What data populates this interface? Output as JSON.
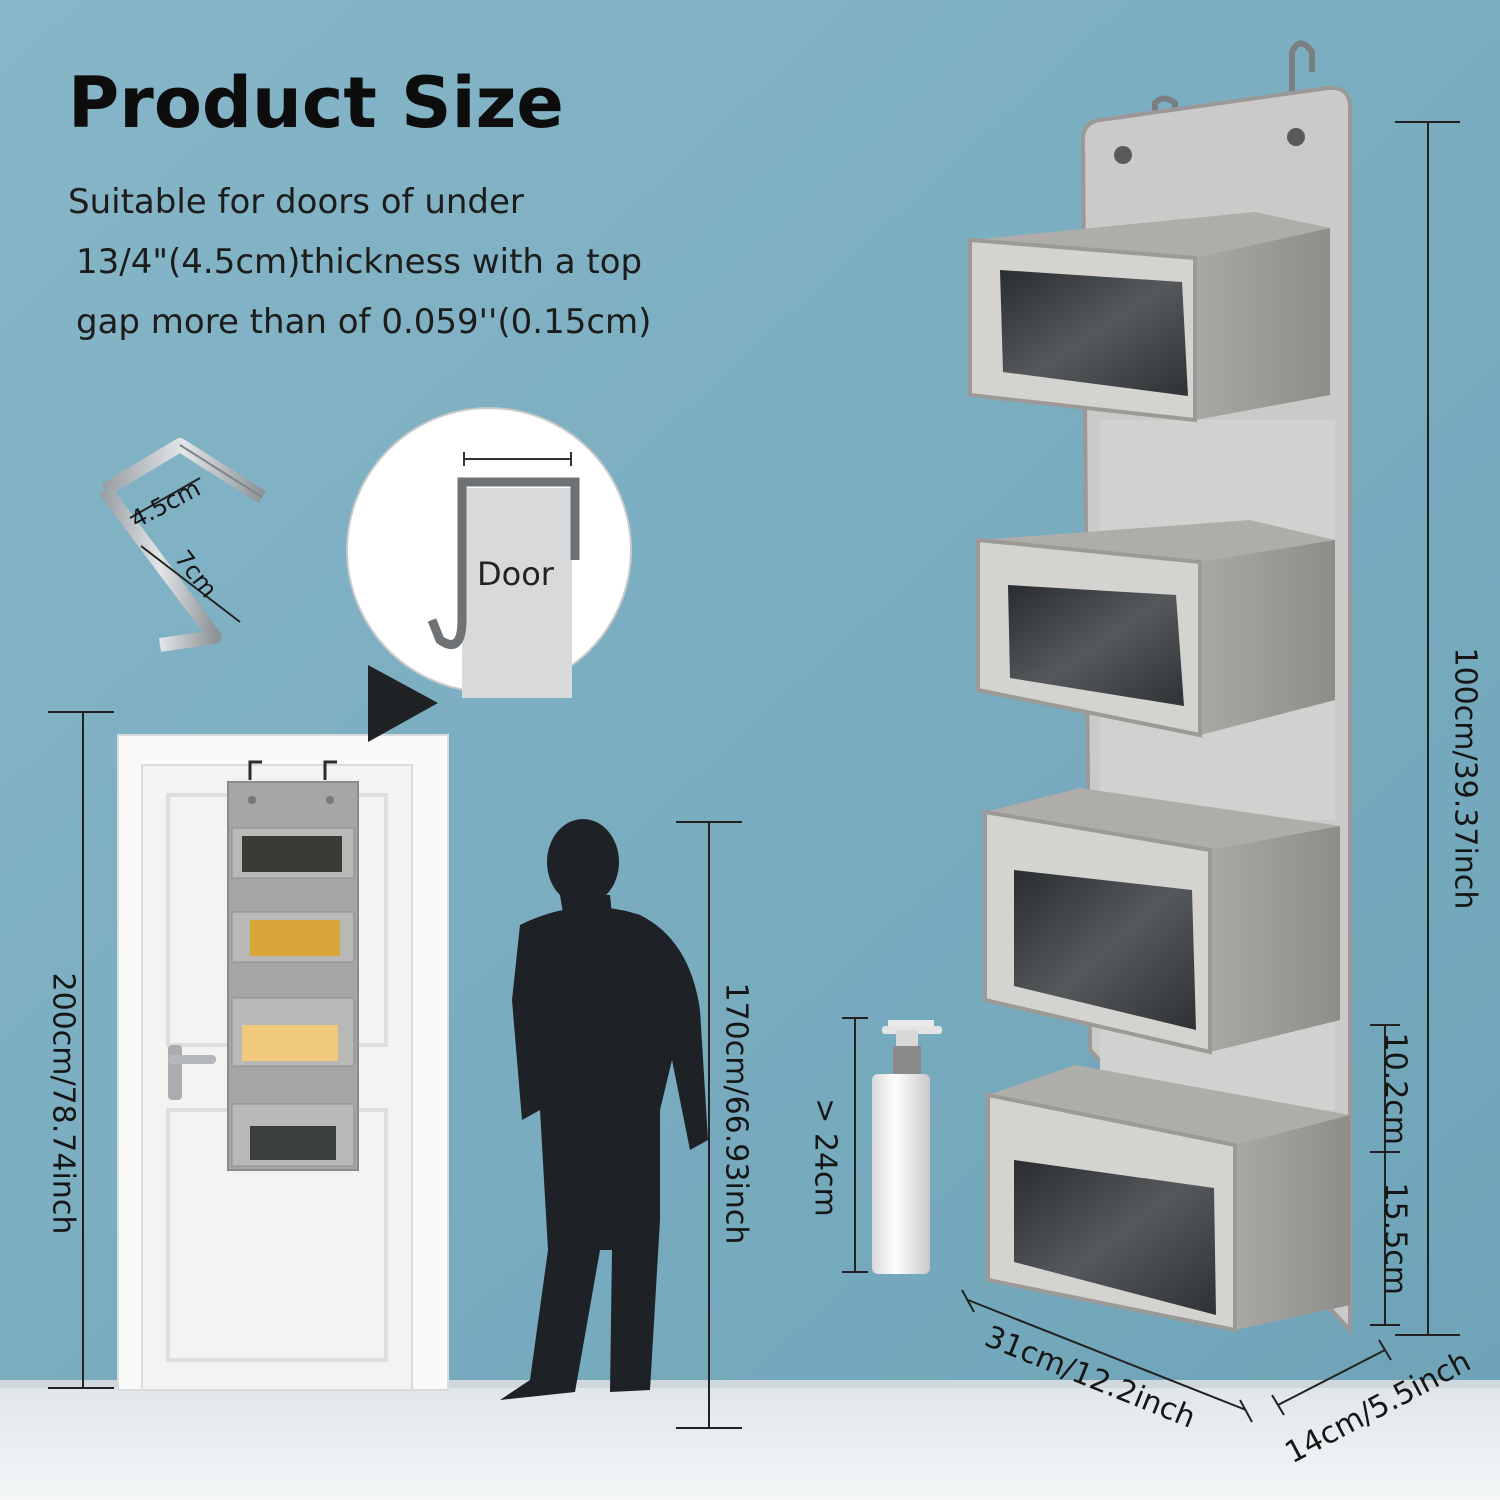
{
  "title": "Product Size",
  "description": [
    "Suitable for doors of under",
    "13/4\"(4.5cm)thickness with a top",
    "gap more than of 0.059''(0.15cm)"
  ],
  "hook": {
    "depth": "4.5cm",
    "length": "7cm"
  },
  "door_label": "Door",
  "dimensions": {
    "door_height": "200cm/78.74inch",
    "person_height": "170cm/66.93inch",
    "bottle_height": "> 24cm",
    "organizer_height": "100cm/39.37inch",
    "pocket_depth_top": "10.2cm",
    "pocket_height": "15.5cm",
    "width": "31cm/12.2inch",
    "depth": "14cm/5.5inch"
  },
  "colors": {
    "wall": "#7fafc1",
    "floor": "#e9eef0",
    "fabric": "#c9c9c7",
    "fabric_dark": "#9c9b98",
    "silhouette": "#1e2125",
    "door": "#f4f4f2"
  }
}
